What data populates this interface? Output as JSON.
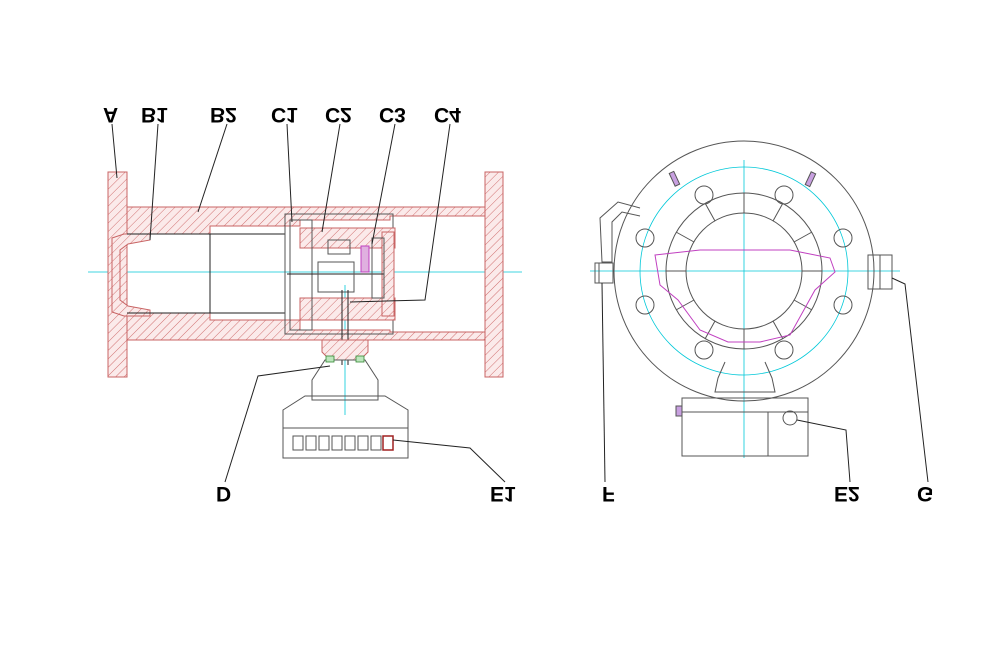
{
  "labels": {
    "A": "A",
    "B1": "B1",
    "B2": "B2",
    "C1": "C1",
    "C2": "C2",
    "C3": "C3",
    "C4": "C4",
    "D": "D",
    "E1": "E1",
    "F": "F",
    "E2": "E2",
    "G": "G"
  },
  "colors": {
    "section_hatch": "#c86464",
    "centerline": "#00c8d8",
    "rotor_outline": "#c040c0",
    "outline": "#555555",
    "label": "#000000"
  }
}
